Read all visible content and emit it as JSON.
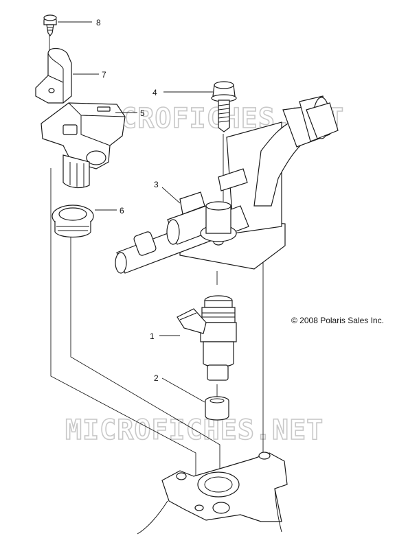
{
  "callouts": [
    {
      "label": "1"
    },
    {
      "label": "2"
    },
    {
      "label": "3"
    },
    {
      "label": "4"
    },
    {
      "label": "5"
    },
    {
      "label": "6"
    },
    {
      "label": "7"
    },
    {
      "label": "8"
    }
  ],
  "copyright": "© 2008 Polaris Sales Inc.",
  "watermarks": [
    "MICROFICHES.NET",
    "MICROFICHES.NET"
  ]
}
